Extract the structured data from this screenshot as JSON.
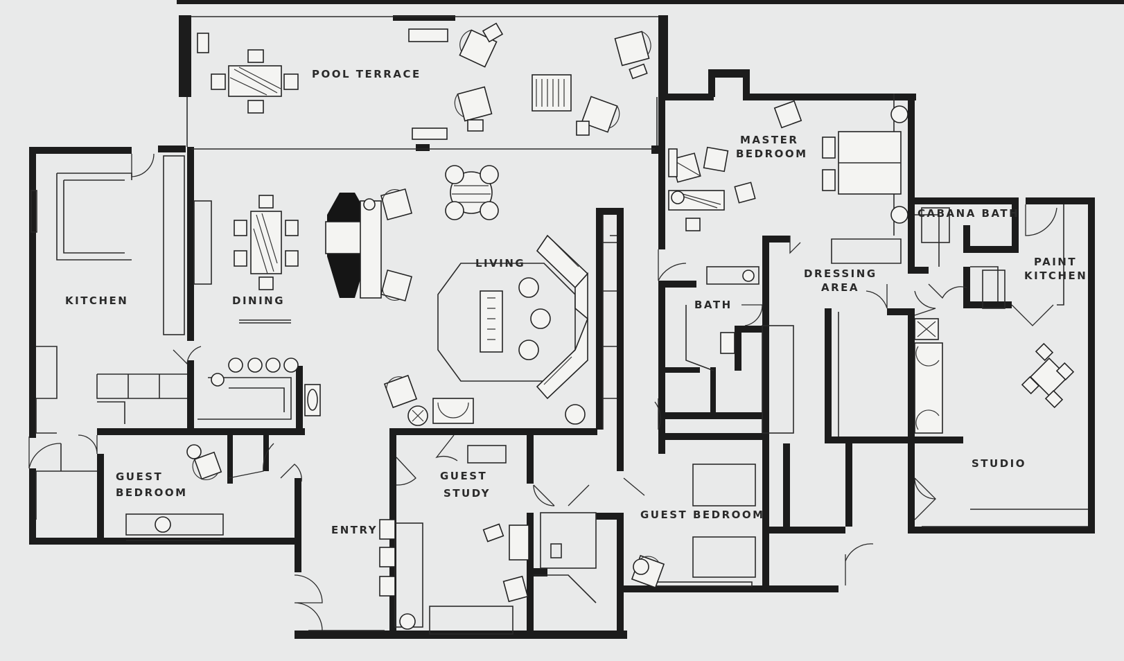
{
  "rooms": {
    "pool_terrace": "POOL TERRACE",
    "master_bedroom_1": "MASTER",
    "master_bedroom_2": "BEDROOM",
    "kitchen": "KITCHEN",
    "dining": "DINING",
    "living": "LIVING",
    "cabana_bath": "CABANA BATH",
    "paint_kitchen_1": "PAINT",
    "paint_kitchen_2": "KITCHEN",
    "dressing_area_1": "DRESSING",
    "dressing_area_2": "AREA",
    "bath": "BATH",
    "studio": "STUDIO",
    "guest_bedroom_left_1": "GUEST",
    "guest_bedroom_left_2": "BEDROOM",
    "guest_study_1": "GUEST",
    "guest_study_2": "STUDY",
    "entry": "ENTRY",
    "guest_bedroom_right": "GUEST BEDROOM"
  },
  "colors": {
    "paper": "#e9eaea",
    "ink": "#1c1c1c"
  }
}
